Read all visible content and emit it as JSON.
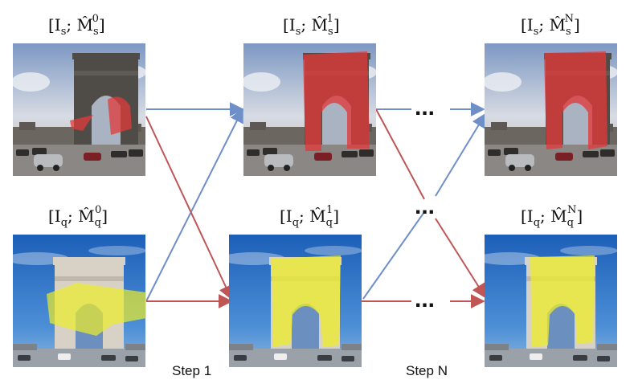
{
  "labels": {
    "s0": {
      "base": "[I",
      "sub1": "s",
      "mid": "; M̂",
      "sub2": "s",
      "sup": "0",
      "end": "]"
    },
    "s1": {
      "base": "[I",
      "sub1": "s",
      "mid": "; M̂",
      "sub2": "s",
      "sup": "1",
      "end": "]"
    },
    "sN": {
      "base": "[I",
      "sub1": "s",
      "mid": "; M̂",
      "sub2": "s",
      "sup": "N",
      "end": "]"
    },
    "q0": {
      "base": "[I",
      "sub1": "q",
      "mid": "; M̂",
      "sub2": "q",
      "sup": "0",
      "end": "]"
    },
    "q1": {
      "base": "[I",
      "sub1": "q",
      "mid": "; M̂",
      "sub2": "q",
      "sup": "1",
      "end": "]"
    },
    "qN": {
      "base": "[I",
      "sub1": "q",
      "mid": "; M̂",
      "sub2": "q",
      "sup": "N",
      "end": "]"
    }
  },
  "steps": {
    "step1": "Step 1",
    "stepN": "Step N"
  },
  "ellipsis": "...",
  "colors": {
    "arrow_blue": "#6f8fc9",
    "arrow_red": "#c05555",
    "mask_support": "#e03a3a",
    "mask_query": "#ecec2a"
  }
}
